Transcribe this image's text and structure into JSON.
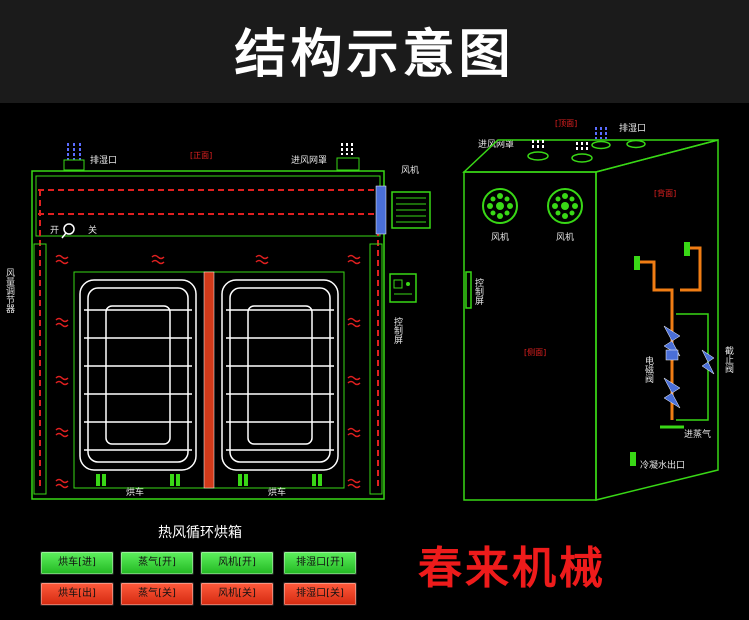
{
  "header": {
    "title": "结构示意图"
  },
  "labels": {
    "front_view": "[正面]",
    "exhaust_port": "排湿口",
    "air_inlet_cover": "进风网罩",
    "fan": "风机",
    "open": "开",
    "close": "关",
    "air_volume_regulator": "风量调节器",
    "control_panel": "控制屏",
    "drying_cart": "烘车",
    "top_view": "[顶面]",
    "back_view": "[背面]",
    "side_view": "[侧面]",
    "solenoid_valve": "电磁阀",
    "stop_valve": "截止阀",
    "steam_inlet": "进蒸气",
    "condensate_outlet": "冷凝水出口"
  },
  "main": {
    "subtitle": "热风循环烘箱"
  },
  "buttons": [
    {
      "label": "烘车[进]",
      "state": "on"
    },
    {
      "label": "蒸气[开]",
      "state": "on"
    },
    {
      "label": "风机[开]",
      "state": "on"
    },
    {
      "label": "排湿口[开]",
      "state": "on"
    },
    {
      "label": "烘车[出]",
      "state": "off"
    },
    {
      "label": "蒸气[关]",
      "state": "off"
    },
    {
      "label": "风机[关]",
      "state": "off"
    },
    {
      "label": "排湿口[关]",
      "state": "off"
    }
  ],
  "brand": "春来机械",
  "colors": {
    "outline": "#39d816",
    "air_flow": "#e02020",
    "steam_pipe": "#f07d14",
    "valve": "#4a6fd8",
    "brand": "#ee1b1b"
  }
}
